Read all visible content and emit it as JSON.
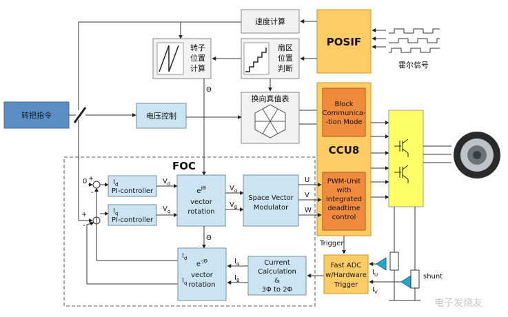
{
  "blocks": {
    "handle_cmd": "转把指令",
    "speed_calc": "速度计算",
    "posif": "POSIF",
    "hall_signal": "霍尔信号",
    "rotor_pos": [
      "转子",
      "位置",
      "计算"
    ],
    "sector_pos": [
      "扇区",
      "位置",
      "判断"
    ],
    "commutation_table": "换向真值表",
    "voltage_control": "电压控制",
    "block_comm": [
      "Block",
      "Communica-",
      "-tion Mode"
    ],
    "ccu8": "CCU8",
    "pwm_unit": [
      "PWM-Unit",
      "with",
      "integrated",
      "deadtime",
      "control"
    ],
    "foc": "FOC",
    "pi_d": "PI-controller",
    "pi_q": "PI-controller",
    "vector_rot": [
      "vector",
      "rotation"
    ],
    "svm": [
      "Space Vector",
      "Modulator"
    ],
    "current_calc": [
      "Current",
      "Calculation",
      "&",
      "3Φ  to 2Φ"
    ],
    "inv_vector_rot": [
      "vector",
      "rotation"
    ],
    "fast_adc": [
      "Fast ADC",
      "w/Hardware",
      "Trigger"
    ],
    "trigger": "Trigger",
    "shunt": "shunt"
  },
  "signals": {
    "theta": "Θ",
    "zero": "0",
    "id": "I",
    "iq": "I",
    "vd": "V",
    "vq": "V",
    "valpha": "V",
    "vbeta": "V",
    "u": "U",
    "v": "V",
    "w": "W",
    "ialpha": "I",
    "ibeta": "I",
    "iu": "I",
    "iv": "I",
    "plus": "+",
    "minus": "-"
  },
  "watermark": "电子发烧友"
}
